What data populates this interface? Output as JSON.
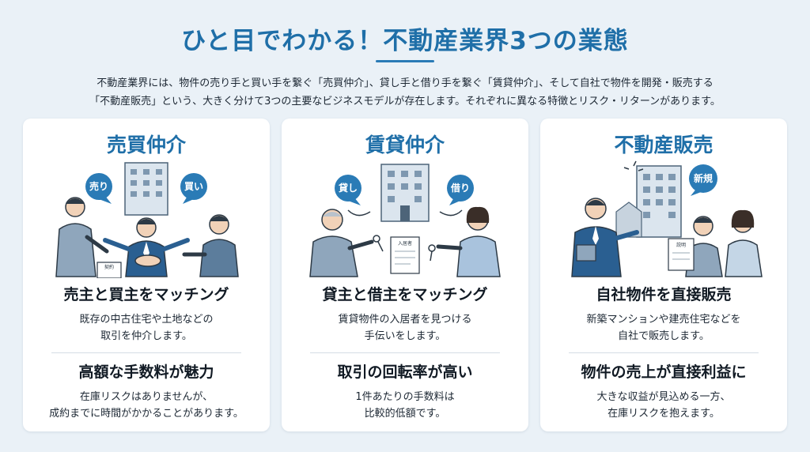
{
  "title": "ひと目でわかる！不動産業界3つの業態",
  "intro": {
    "line1": "不動産業界には、物件の売り手と買い手を繋ぐ「売買仲介」、貸し手と借り手を繋ぐ「賃貸仲介」、そして自社で物件を開発・販売する",
    "line2": "「不動産販売」という、大きく分けて3つの主要なビジネスモデルが存在します。それぞれに異なる特徴とリスク・リターンがあります。"
  },
  "colors": {
    "accent": "#1f6fa8",
    "bubble": "#2a7bb6",
    "card": "#ffffff",
    "background": "#eaf1f7"
  },
  "cards": [
    {
      "title": "売買仲介",
      "bubbles": [
        "売り",
        "買い"
      ],
      "doc_label": "契約",
      "heading1": "売主と買主をマッチング",
      "desc1_line1": "既存の中古住宅や土地などの",
      "desc1_line2": "取引を仲介します。",
      "heading2": "高額な手数料が魅力",
      "desc2_line1": "在庫リスクはありませんが、",
      "desc2_line2": "成約までに時間がかかることがあります。"
    },
    {
      "title": "賃貸仲介",
      "bubbles": [
        "貸し",
        "借り"
      ],
      "doc_label": "入居者",
      "heading1": "貸主と借主をマッチング",
      "desc1_line1": "賃貸物件の入居者を見つける",
      "desc1_line2": "手伝いをします。",
      "heading2": "取引の回転率が高い",
      "desc2_line1": "1件あたりの手数料は",
      "desc2_line2": "比較的低額です。"
    },
    {
      "title": "不動産販売",
      "bubbles": [
        "新規"
      ],
      "doc_label": "説明",
      "heading1": "自社物件を直接販売",
      "desc1_line1": "新築マンションや建売住宅などを",
      "desc1_line2": "自社で販売します。",
      "heading2": "物件の売上が直接利益に",
      "desc2_line1": "大きな収益が見込める一方、",
      "desc2_line2": "在庫リスクを抱えます。"
    }
  ]
}
